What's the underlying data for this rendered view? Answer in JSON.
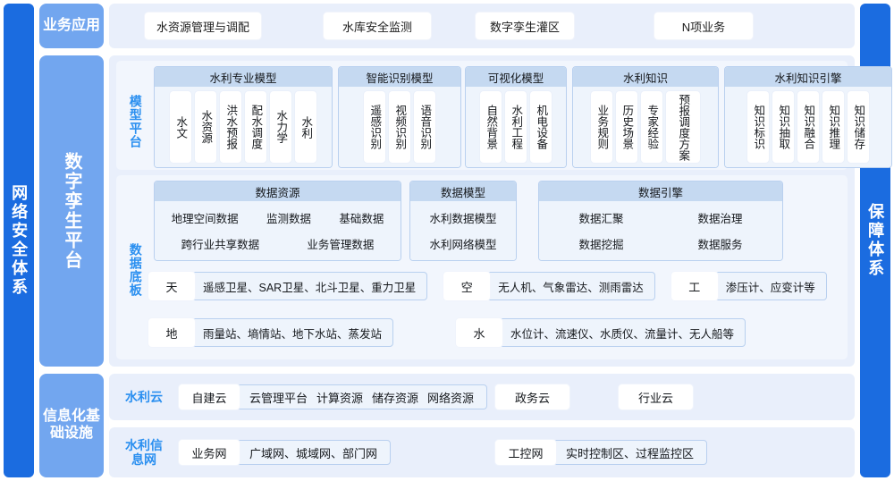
{
  "rails": {
    "left": "网络安全体系",
    "right": "保障体系"
  },
  "layers": {
    "business": "业务应用",
    "twin": "数字孪生平台",
    "infrastructure": "信息化基\n础设施"
  },
  "business_apps": [
    "水资源管理与调配",
    "水库安全监测",
    "数字孪生灌区",
    "N项业务"
  ],
  "model_platform": {
    "label": "模型平台",
    "groups": [
      {
        "title": "水利专业模型",
        "items": [
          "水文",
          "水资源",
          "洪水预报",
          "配水调度",
          "水力学",
          "水利"
        ]
      },
      {
        "title": "智能识别模型",
        "items": [
          "遥感识别",
          "视频识别",
          "语音识别"
        ]
      },
      {
        "title": "可视化模型",
        "items": [
          "自然背景",
          "水利工程",
          "机电设备"
        ]
      },
      {
        "title": "水利知识",
        "items": [
          "业务规则",
          "历史场景",
          "专家经验",
          "预报调度方案"
        ]
      },
      {
        "title": "水利知识引擎",
        "items": [
          "知识标识",
          "知识抽取",
          "知识融合",
          "知识推理",
          "知识储存"
        ]
      }
    ]
  },
  "data_base": {
    "label": "数据底板",
    "blocks": [
      {
        "title": "数据资源",
        "rows": [
          [
            "地理空间数据",
            "监测数据",
            "基础数据"
          ],
          [
            "跨行业共享数据",
            "业务管理数据"
          ]
        ]
      },
      {
        "title": "数据模型",
        "rows": [
          [
            "水利数据模型"
          ],
          [
            "水利网络模型"
          ]
        ]
      },
      {
        "title": "数据引擎",
        "rows": [
          [
            "数据汇聚",
            "数据治理"
          ],
          [
            "数据挖掘",
            "数据服务"
          ]
        ]
      }
    ],
    "sense_rows": [
      [
        {
          "key": "天",
          "value": "遥感卫星、SAR卫星、北斗卫星、重力卫星"
        },
        {
          "key": "空",
          "value": "无人机、气象雷达、测雨雷达"
        },
        {
          "key": "工",
          "value": "渗压计、应变计等"
        }
      ],
      [
        {
          "key": "地",
          "value": "雨量站、墒情站、地下水站、蒸发站"
        },
        {
          "key": "水",
          "value": "水位计、流速仪、水质仪、流量计、无人船等"
        }
      ]
    ]
  },
  "infrastructure": {
    "cloud": {
      "label": "水利云",
      "key": "自建云",
      "value_items": [
        "云管理平台",
        "计算资源",
        "储存资源",
        "网络资源"
      ],
      "extras": [
        "政务云",
        "行业云"
      ]
    },
    "network": {
      "label": "水利信\n息网",
      "key": "业务网",
      "value": "广域网、城域网、部门网",
      "key2": "工控网",
      "value2": "实时控制区、过程监控区"
    }
  },
  "colors": {
    "rail_blue": "#1b6ce0",
    "chip_blue": "#72a6ef",
    "panel_bg": "#e9effb",
    "group_header": "#c5d9f1",
    "group_body": "#eef4fc",
    "label_blue": "#2a8ff0",
    "border_blue": "#b9d0ef"
  }
}
